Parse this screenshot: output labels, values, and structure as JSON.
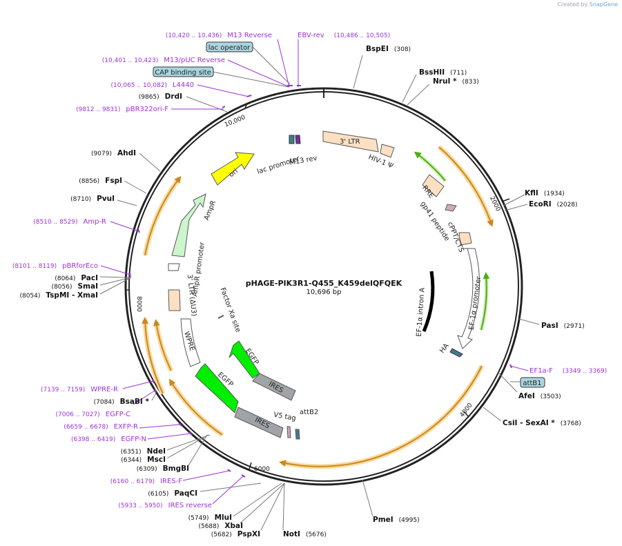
{
  "credit": {
    "prefix": "Created by",
    "brand": "SnapGene"
  },
  "plasmid": {
    "name": "pHAGE-PIK3R1-Q455_K459delQFQEK",
    "length": "10,696 bp",
    "length_bp": 10696
  },
  "ticks": [
    {
      "bp": 2000,
      "label": "2000"
    },
    {
      "bp": 4000,
      "label": "4000"
    },
    {
      "bp": 6000,
      "label": "6000"
    },
    {
      "bp": 8000,
      "label": "8000"
    },
    {
      "bp": 10000,
      "label": "10,000"
    }
  ],
  "sites": [
    {
      "name": "BspEI",
      "pos": "(308)"
    },
    {
      "name": "BssHII",
      "pos": "(711)"
    },
    {
      "name": "NruI *",
      "pos": "(833)"
    },
    {
      "name": "KflI",
      "pos": "(1934)"
    },
    {
      "name": "EcoRI",
      "pos": "(2028)"
    },
    {
      "name": "PasI",
      "pos": "(2971)"
    },
    {
      "name": "AfeI",
      "pos": "(3503)"
    },
    {
      "name": "CsiI - SexAI *",
      "pos": "(3768)"
    },
    {
      "name": "PmeI",
      "pos": "(4995)"
    },
    {
      "name": "NotI",
      "pos": "(5676)"
    },
    {
      "name": "PspXI",
      "pos": "(5682)"
    },
    {
      "name": "XbaI",
      "pos": "(5688)"
    },
    {
      "name": "MluI",
      "pos": "(5749)"
    },
    {
      "name": "PaqCI",
      "pos": "(6105)"
    },
    {
      "name": "BmgBI",
      "pos": "(6309)"
    },
    {
      "name": "MscI",
      "pos": "(6344)"
    },
    {
      "name": "NdeI",
      "pos": "(6351)"
    },
    {
      "name": "BsaBI *",
      "pos": "(7084)"
    },
    {
      "name": "TspMI - XmaI",
      "pos": "(8054)"
    },
    {
      "name": "SmaI",
      "pos": "(8056)"
    },
    {
      "name": "PacI",
      "pos": "(8064)"
    },
    {
      "name": "PvuI",
      "pos": "(8710)"
    },
    {
      "name": "FspI",
      "pos": "(8856)"
    },
    {
      "name": "AhdI",
      "pos": "(9079)"
    },
    {
      "name": "DrdI",
      "pos": "(9865)"
    }
  ],
  "primers": [
    {
      "name": "M13 Reverse",
      "pos": "(10,420 .. 10,436)"
    },
    {
      "name": "EBV-rev",
      "pos": "(10,486 .. 10,505)"
    },
    {
      "name": "M13/pUC Reverse",
      "pos": "(10,401 .. 10,423)"
    },
    {
      "name": "L4440",
      "pos": "(10,065 .. 10,082)"
    },
    {
      "name": "pBR322ori-F",
      "pos": "(9812 .. 9831)"
    },
    {
      "name": "Amp-R",
      "pos": "(8510 .. 8529)"
    },
    {
      "name": "pBRforEco",
      "pos": "(8101 .. 8119)"
    },
    {
      "name": "EF1a-F",
      "pos": "(3349 .. 3369)"
    },
    {
      "name": "WPRE-R",
      "pos": "(7139 .. 7159)"
    },
    {
      "name": "EGFP-C",
      "pos": "(7006 .. 7027)"
    },
    {
      "name": "EXFP-R",
      "pos": "(6659 .. 6678)"
    },
    {
      "name": "EGFP-N",
      "pos": "(6398 .. 6419)"
    },
    {
      "name": "IRES-F",
      "pos": "(6160 .. 6179)"
    },
    {
      "name": "IRES reverse",
      "pos": "(5933 .. 5950)"
    }
  ],
  "boxed_labels": [
    {
      "name": "lac operator"
    },
    {
      "name": "CAP binding site"
    },
    {
      "name": "attB1"
    }
  ],
  "features": [
    {
      "name": "3' LTR"
    },
    {
      "name": "HIV-1 Ψ"
    },
    {
      "name": "RRE"
    },
    {
      "name": "gp41 peptide"
    },
    {
      "name": "cPPT/CTS"
    },
    {
      "name": "EF-1α promoter"
    },
    {
      "name": "EF-1α intron A"
    },
    {
      "name": "HA"
    },
    {
      "name": "ori"
    },
    {
      "name": "lac promoter"
    },
    {
      "name": "M13 rev"
    },
    {
      "name": "AmpR"
    },
    {
      "name": "AmpR promoter"
    },
    {
      "name": "3' LTR (ΔU3)"
    },
    {
      "name": "Factor Xa site"
    },
    {
      "name": "WPRE"
    },
    {
      "name": "EGFP"
    },
    {
      "name": "EGFP"
    },
    {
      "name": "IRES"
    },
    {
      "name": "IRES"
    },
    {
      "name": "V5 tag"
    },
    {
      "name": "attB2"
    }
  ],
  "colors": {
    "backbone": "#222222",
    "primer": "#9b30d9",
    "ltr": "#fde0c2",
    "ori": "#ffff00",
    "ampr": "#ccf5cc",
    "egfp": "#00ee00",
    "ires": "#a0a4a8",
    "orf_arrow": "#c88a1a",
    "orf_glow": "#fbd9a0",
    "green_arrow": "#4cae14",
    "boxed": "#a9d6e0"
  }
}
